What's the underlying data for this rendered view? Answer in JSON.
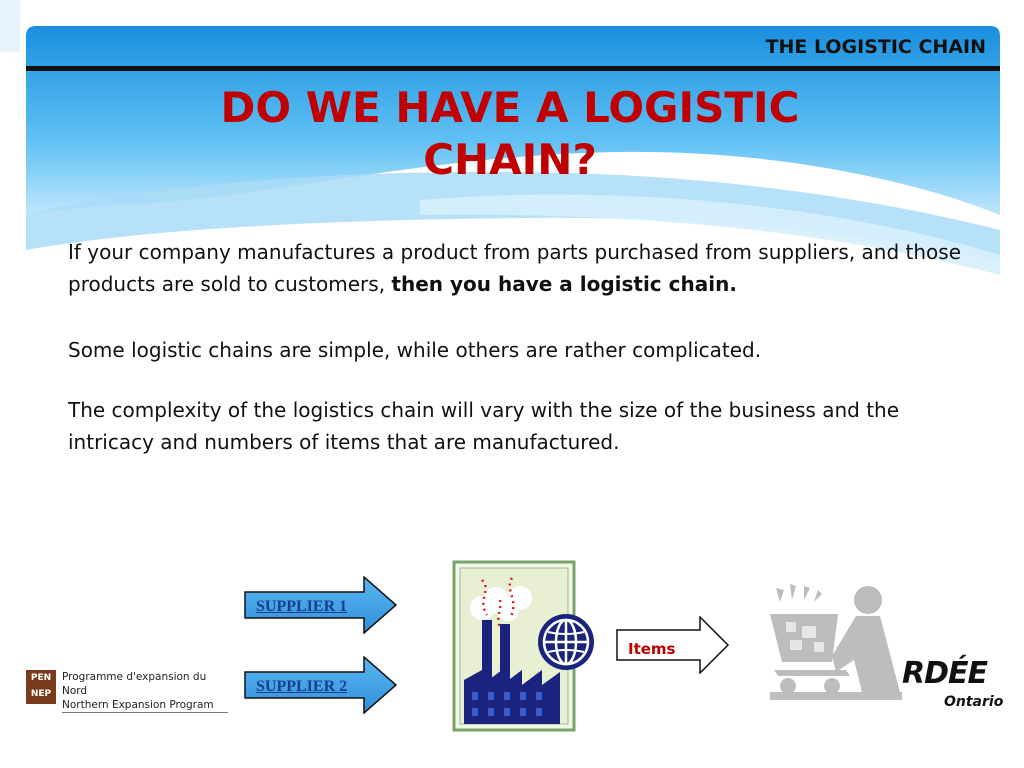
{
  "header": {
    "section_title": "THE LOGISTIC CHAIN"
  },
  "title": "DO WE HAVE A LOGISTIC\nCHAIN?",
  "paragraphs": {
    "p1_plain": "  If your company manufactures a product from parts purchased from suppliers, and those products are sold to customers, ",
    "p1_bold": "then you have a logistic chain.",
    "p2": "Some logistic chains are simple, while others are rather complicated.",
    "p3": "The complexity of the logistics chain will vary with the size of the business and the intricacy and numbers of items that are manufactured."
  },
  "diagram": {
    "supplier_1": "SUPPLIER 1",
    "supplier_2": "SUPPLIER 2",
    "items": "Items",
    "factory_icon": "factory-icon",
    "globe_icon": "globe-icon",
    "customer_icon": "shopping-cart-customer-icon"
  },
  "logos": {
    "pen_nep_badge": [
      "PEN",
      "NEP"
    ],
    "program_line_1": "Programme d'expansion du Nord",
    "program_line_2": "Northern Expansion Program",
    "rdee_word": "RDÉE",
    "rdee_sub": "Ontario"
  },
  "colors": {
    "title_red": "#c00000",
    "header_blue": "#1e90dc",
    "arrow_blue": "#3aa0e8",
    "factory_navy": "#1a237e"
  }
}
